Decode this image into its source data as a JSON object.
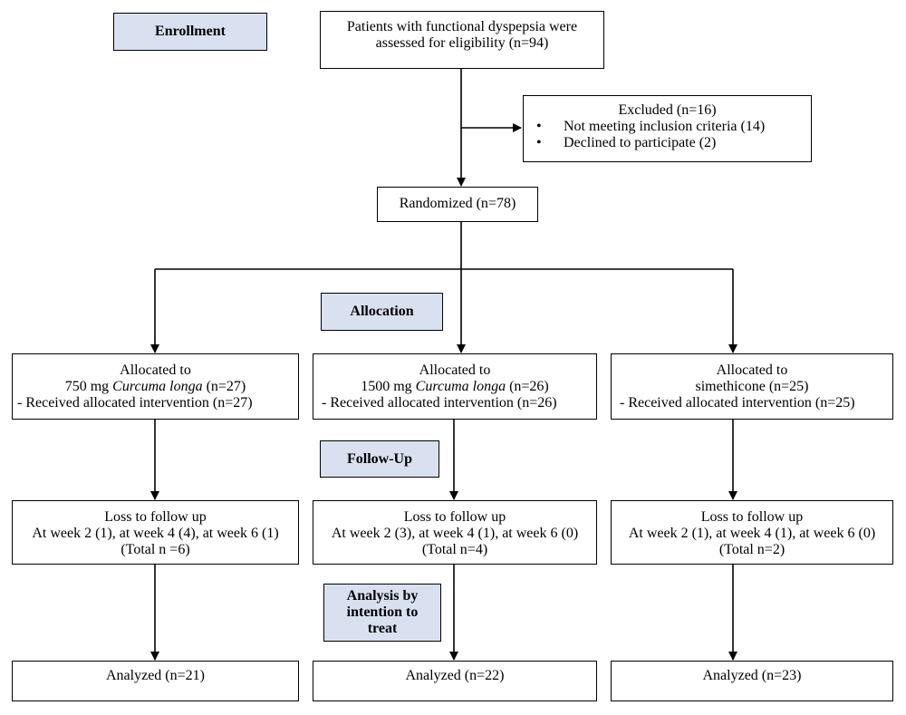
{
  "labels": {
    "enrollment": "Enrollment",
    "allocation": "Allocation",
    "follow_up": "Follow-Up",
    "analysis_1": "Analysis by",
    "analysis_2": "intention to",
    "analysis_3": "treat"
  },
  "assessed": {
    "line1": "Patients with functional dyspepsia were",
    "line2": "assessed for eligibility (n=94)"
  },
  "excluded": {
    "title": "Excluded (n=16)",
    "items": [
      "Not meeting inclusion criteria (14)",
      "Declined to participate (2)"
    ]
  },
  "randomized": "Randomized (n=78)",
  "arms": [
    {
      "alloc_line1": "Allocated to",
      "alloc_line2_prefix": "750 mg ",
      "alloc_line2_italic": "Curcuma longa",
      "alloc_line2_suffix": " (n=27)",
      "alloc_line3": "- Received allocated intervention (n=27)",
      "loss_line1": "Loss to follow up",
      "loss_line2": "At week 2 (1), at week 4 (4), at week 6 (1)",
      "loss_line3": "(Total n =6)",
      "analyzed": "Analyzed (n=21)"
    },
    {
      "alloc_line1": "Allocated to",
      "alloc_line2_prefix": "1500 mg ",
      "alloc_line2_italic": "Curcuma longa",
      "alloc_line2_suffix": " (n=26)",
      "alloc_line3": "- Received allocated intervention (n=26)",
      "loss_line1": "Loss to follow up",
      "loss_line2": "At week 2 (3), at week 4 (1), at week 6 (0)",
      "loss_line3": "(Total n=4)",
      "analyzed": "Analyzed (n=22)"
    },
    {
      "alloc_line1": "Allocated to",
      "alloc_line2_prefix": "simethicone ",
      "alloc_line2_italic": "",
      "alloc_line2_suffix": "(n=25)",
      "alloc_line3": "- Received allocated intervention (n=25)",
      "loss_line1": "Loss to follow up",
      "loss_line2": "At week 2 (1), at week 4 (1), at week 6 (0)",
      "loss_line3": "(Total n=2)",
      "analyzed": "Analyzed (n=23)"
    }
  ]
}
